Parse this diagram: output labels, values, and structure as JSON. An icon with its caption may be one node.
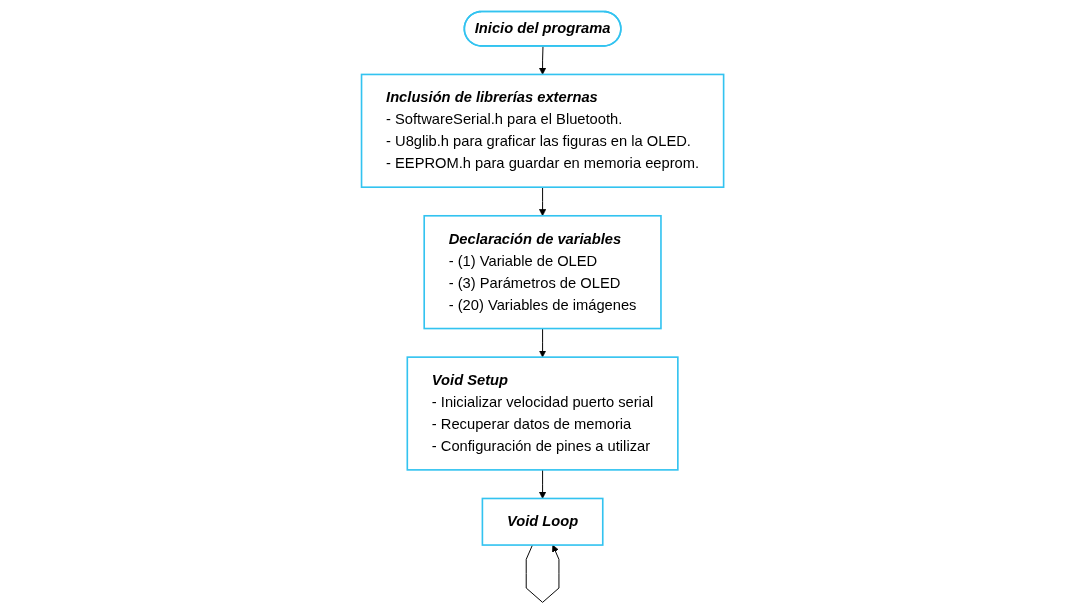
{
  "diagram": {
    "nodes": [
      {
        "text": [
          "Inicio del programa"
        ]
      },
      {
        "text": [
          "Inclusión de librerías externas",
          "- SoftwareSerial.h para el Bluetooth.",
          "- U8glib.h para graficar las figuras en la OLED.",
          "- EEPROM.h para guardar en memoria eeprom."
        ]
      },
      {
        "text": [
          "Declaración de variables",
          "- (1) Variable de OLED",
          "- (3) Parámetros de OLED",
          "- (20) Variables de imágenes"
        ]
      },
      {
        "text": [
          "Void Setup",
          "- Inicializar velocidad puerto serial",
          "- Recuperar datos de memoria",
          "- Configuración de pines a utilizar"
        ]
      },
      {
        "text": [
          "Void Loop"
        ]
      }
    ],
    "edges": [
      {
        "from": 0,
        "to": 1,
        "arrow": "to"
      },
      {
        "from": 1,
        "to": 2,
        "arrow": "to"
      },
      {
        "from": 2,
        "to": 3,
        "arrow": "to"
      },
      {
        "from": 3,
        "to": 4,
        "arrow": "to"
      },
      {
        "from": 4,
        "to": 4,
        "arrow": "to"
      }
    ]
  }
}
